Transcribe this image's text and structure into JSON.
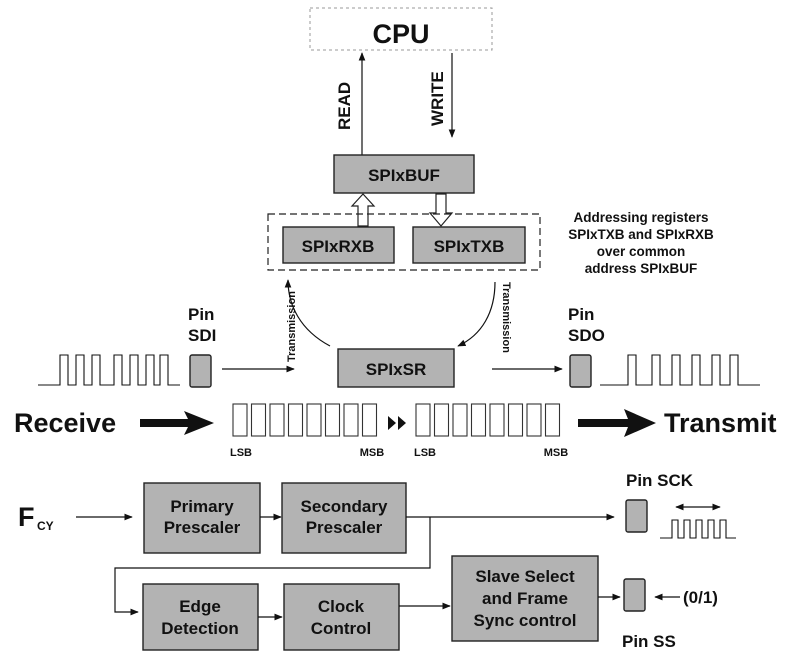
{
  "cpu": {
    "label": "CPU"
  },
  "cpu_links": {
    "read": "READ",
    "write": "WRITE"
  },
  "buffer": {
    "label": "SPIxBUF"
  },
  "rxb": {
    "label": "SPIxRXB"
  },
  "txb": {
    "label": "SPIxTXB"
  },
  "addressing_note": [
    "Addressing registers",
    "SPIxTXB and SPIxRXB",
    "over common",
    "address SPIxBUF"
  ],
  "transmission_left": "Transmission",
  "transmission_right": "Transmission",
  "shift_register": {
    "label": "SPIxSR"
  },
  "pin_sdi": [
    "Pin",
    "SDI"
  ],
  "pin_sdo": [
    "Pin",
    "SDO"
  ],
  "receive": "Receive",
  "transmit": "Transmit",
  "bit_labels": {
    "lsb_left": "LSB",
    "msb_left": "MSB",
    "lsb_right": "LSB",
    "msb_right": "MSB"
  },
  "fcy": {
    "main": "F",
    "sub": "CY"
  },
  "primary_prescaler": [
    "Primary",
    "Prescaler"
  ],
  "secondary_prescaler": [
    "Secondary",
    "Prescaler"
  ],
  "pin_sck": "Pin SCK",
  "edge_detection": [
    "Edge",
    "Detection"
  ],
  "clock_control": [
    "Clock",
    "Control"
  ],
  "slave_select": [
    "Slave Select",
    "and Frame",
    "Sync control"
  ],
  "pin_ss": "Pin SS",
  "ss_input": "(0/1)"
}
